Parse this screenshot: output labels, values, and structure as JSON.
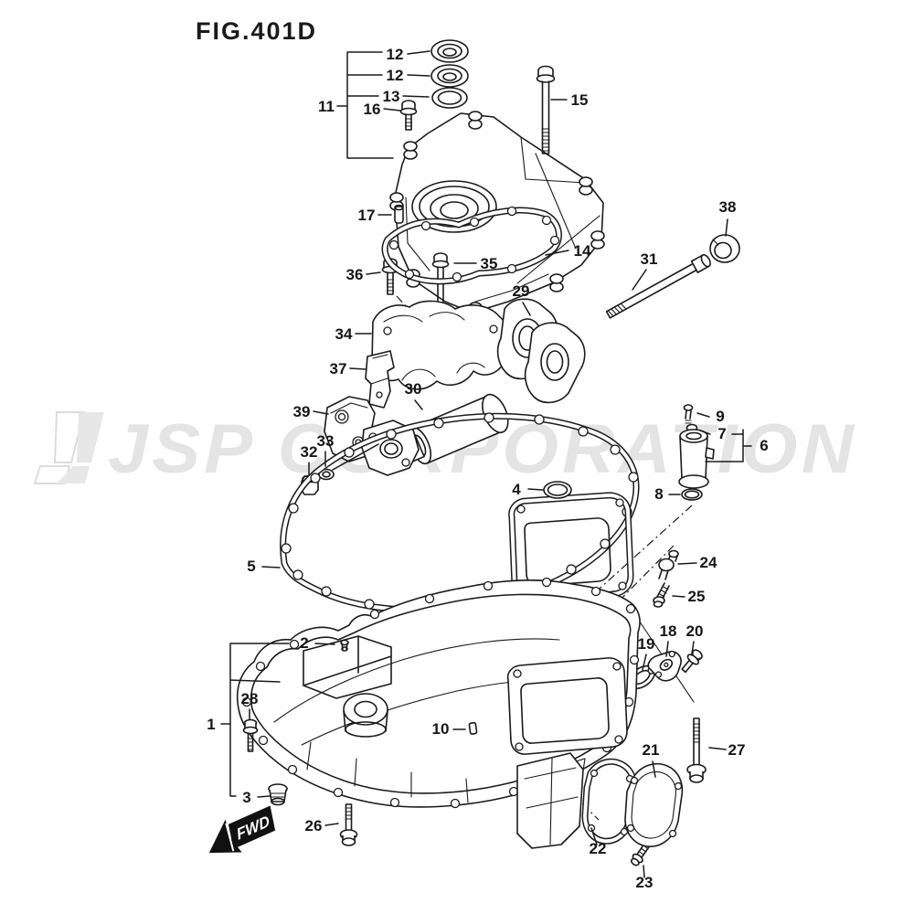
{
  "figure": {
    "title": "FIG.401D"
  },
  "watermark": {
    "text": "JSP CORPORATION"
  },
  "direction_label": "FWD",
  "parts": [
    {
      "ref": "12"
    },
    {
      "ref": "12"
    },
    {
      "ref": "13"
    },
    {
      "ref": "11"
    },
    {
      "ref": "16"
    },
    {
      "ref": "15"
    },
    {
      "ref": "17"
    },
    {
      "ref": "14"
    },
    {
      "ref": "38"
    },
    {
      "ref": "31"
    },
    {
      "ref": "36"
    },
    {
      "ref": "35"
    },
    {
      "ref": "29"
    },
    {
      "ref": "34"
    },
    {
      "ref": "37"
    },
    {
      "ref": "30"
    },
    {
      "ref": "39"
    },
    {
      "ref": "33"
    },
    {
      "ref": "32"
    },
    {
      "ref": "4"
    },
    {
      "ref": "9"
    },
    {
      "ref": "7"
    },
    {
      "ref": "6"
    },
    {
      "ref": "8"
    },
    {
      "ref": "5"
    },
    {
      "ref": "24"
    },
    {
      "ref": "25"
    },
    {
      "ref": "19"
    },
    {
      "ref": "18"
    },
    {
      "ref": "20"
    },
    {
      "ref": "2"
    },
    {
      "ref": "1"
    },
    {
      "ref": "28"
    },
    {
      "ref": "10"
    },
    {
      "ref": "3"
    },
    {
      "ref": "26"
    },
    {
      "ref": "21"
    },
    {
      "ref": "27"
    },
    {
      "ref": "22"
    },
    {
      "ref": "23"
    }
  ]
}
